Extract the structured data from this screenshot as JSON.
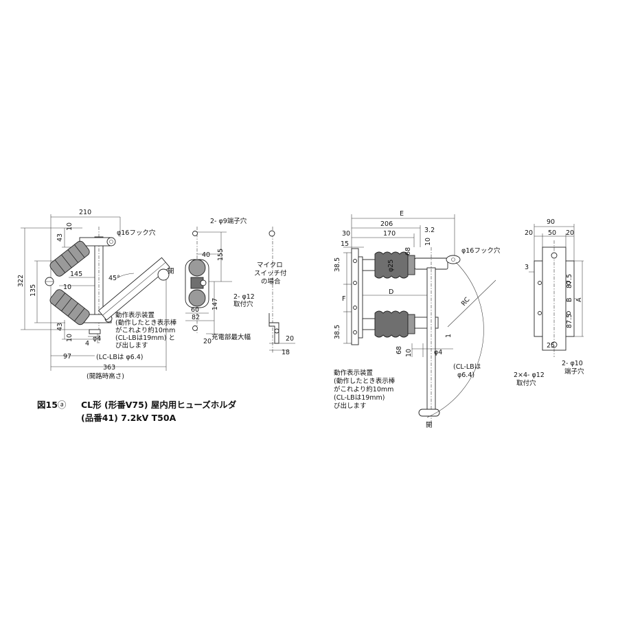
{
  "caption": {
    "fig_no": "図15",
    "fig_sub": "ⓐ",
    "line1": "CL形 (形番V75) 屋内用ヒューズホルダ",
    "line2": "(品番41) 7.2kV T50A"
  },
  "left_view": {
    "dims": {
      "w210": "210",
      "d10a": "10",
      "d43a": "43",
      "d322": "322",
      "d135": "135",
      "d145": "145",
      "d10b": "10",
      "d45": "45°",
      "d43b": "43",
      "d10c": "10",
      "d4": "4",
      "d97": "97",
      "d363": "363",
      "d40": "40",
      "d155": "155",
      "d147": "147",
      "d60": "60",
      "d82": "82",
      "d20a": "20",
      "d20b": "20",
      "d18": "18"
    },
    "labels": {
      "hook_hole": "φ16フック穴",
      "open": "開",
      "terminal_hole": "2- φ9端子穴",
      "mount_hole_1": "2- φ12",
      "mount_hole_2": "取付穴",
      "micro_1": "マイクロ",
      "micro_2": "スイッチ付",
      "micro_3": "の場合",
      "max_width": "充電部最大幅",
      "phi4": "φ4",
      "indicator_1": "動作表示装置",
      "indicator_2": "(動作したとき表示棒",
      "indicator_3": "がこれより約10mm",
      "indicator_4": "(CL-LBは19mm) と",
      "indicator_5": "び出します",
      "lclb": "(LC-LBは φ6.4)",
      "open_height": "(開路時高さ)"
    }
  },
  "right_view": {
    "dims": {
      "E": "E",
      "d206": "206",
      "d30": "30",
      "d170": "170",
      "d3_2": "3.2",
      "d15": "15",
      "d10a": "10",
      "d68a": "68",
      "d38_5a": "38.5",
      "dphi25": "φ25",
      "D": "D",
      "F": "F",
      "RC": "RC",
      "d38_5b": "38.5",
      "d68b": "68",
      "d10b": "10",
      "d1": "1",
      "d90": "90",
      "d20a": "20",
      "d50": "50",
      "d20b": "20",
      "d3": "3",
      "d87_5a": "87.5",
      "B": "B",
      "A": "A",
      "d87_5b": "87.5",
      "d25": "25"
    },
    "labels": {
      "hook_hole": "φ16フック穴",
      "indicator_1": "動作表示装置",
      "indicator_2": "(動作したとき表示棒",
      "indicator_3": "がこれより約10mm",
      "indicator_4": "(CL-LBは19mm)",
      "indicator_5": "び出します",
      "phi4": "φ4",
      "clb_1": "(CL-LBは",
      "clb_2": "φ6.4)",
      "open": "開",
      "mount_1": "2×4- φ12",
      "mount_2": "取付穴",
      "terminal_1": "2- φ10",
      "terminal_2": "端子穴"
    }
  }
}
